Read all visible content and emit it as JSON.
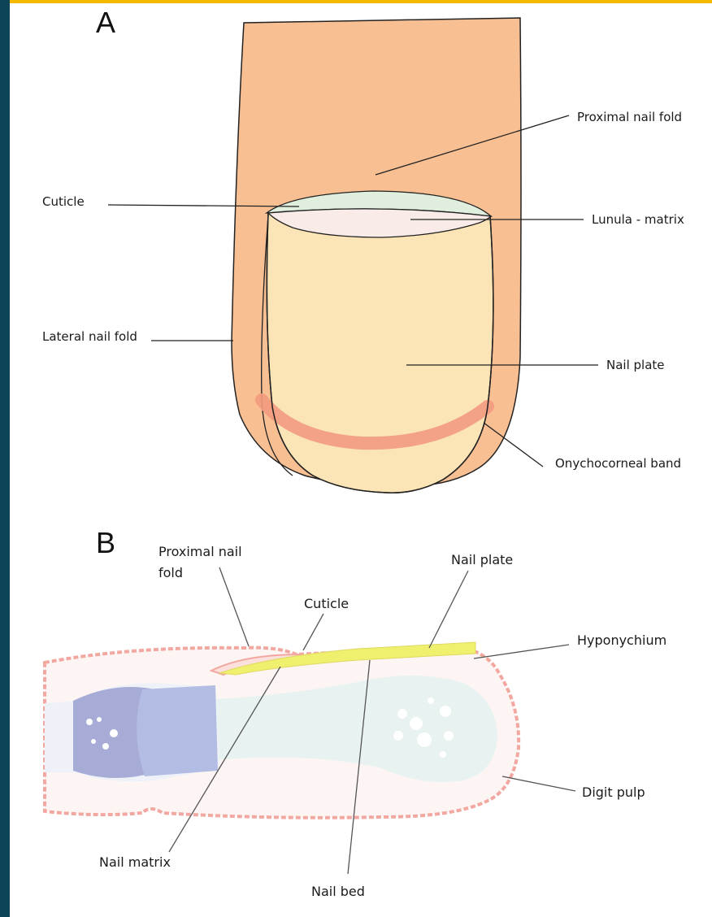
{
  "panel_a": {
    "letter": "A",
    "labels": {
      "proximal_nail_fold": "Proximal nail fold",
      "cuticle": "Cuticle",
      "lunula_matrix": "Lunula - matrix",
      "lateral_nail_fold": "Lateral nail fold",
      "nail_plate": "Nail plate",
      "onychocorneal_band": "Onychocorneal band"
    }
  },
  "panel_b": {
    "letter": "B",
    "labels": {
      "proximal_nail_fold_line1": "Proximal nail",
      "proximal_nail_fold_line2": "fold",
      "nail_plate": "Nail plate",
      "cuticle": "Cuticle",
      "hyponychium": "Hyponychium",
      "digit_pulp": "Digit pulp",
      "nail_matrix": "Nail matrix",
      "nail_bed": "Nail bed"
    }
  },
  "colors": {
    "skin": "#f8bf93",
    "nail_plate": "#fbe4b6",
    "lunula": "#f9ece8",
    "cuticle": "#dfeedd",
    "onychocorneal_band": "#f39a80",
    "frame_top": "#f5b800",
    "frame_side": "#0e4457"
  }
}
